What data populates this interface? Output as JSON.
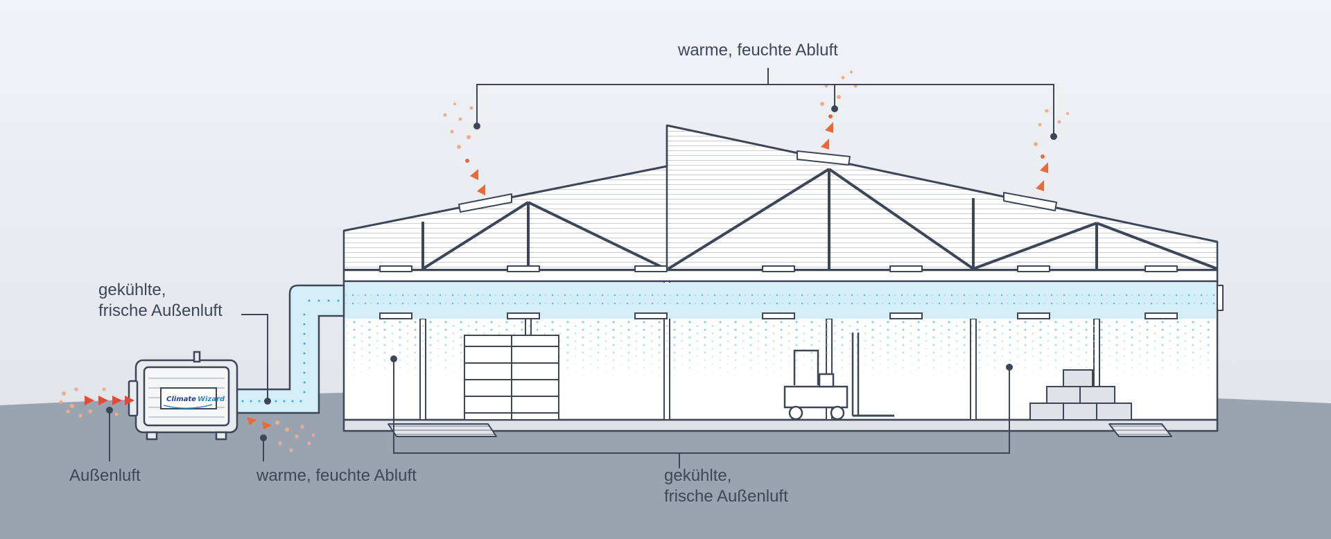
{
  "labels": {
    "top_exhaust": "warme, feuchte Abluft",
    "cooled_left": {
      "line1": "gekühlte,",
      "line2": "frische Außenluft"
    },
    "outside_air": "Außenluft",
    "unit_exhaust": "warme, feuchte Abluft",
    "cooled_bottom": {
      "line1": "gekühlte,",
      "line2": "frische Außenluft"
    }
  },
  "unit": {
    "brand_part1": "Climate",
    "brand_part2": "Wizard"
  },
  "colors": {
    "outline": "#3d4657",
    "ground": "#9aa3b0",
    "cool_air": "#d3edf9",
    "cool_dots": "#58b7df",
    "warm_air": "#ea6a35",
    "warm_dots": "#f0ad8d",
    "label_text": "#3c4758"
  },
  "icons": [
    "evaporative-cooler-icon",
    "forklift-icon",
    "pallet-rack-icon",
    "box-stack-icon",
    "roof-vent-icon"
  ]
}
